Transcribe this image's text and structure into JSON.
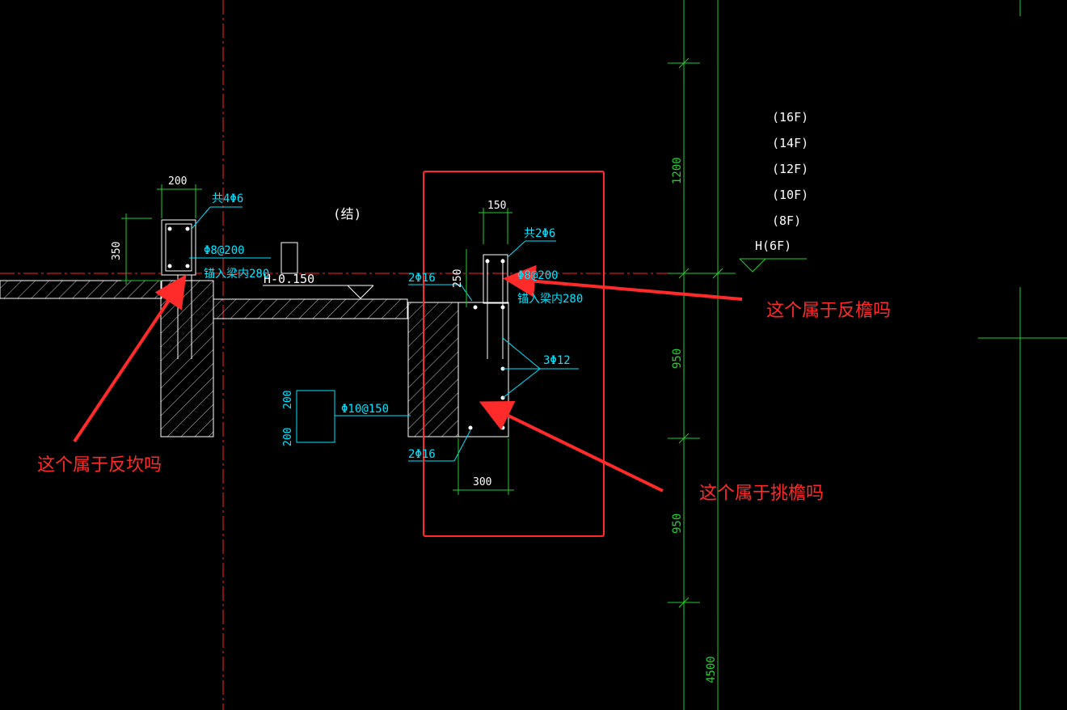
{
  "colors": {
    "background": "#000000",
    "structure": "#ffffff",
    "rebar_text": "#00e5ff",
    "dimension": "#21d12b",
    "axis": "#ff2222",
    "annotation": "#ff2a2a"
  },
  "left_detail": {
    "width_dim": "200",
    "height_dim": "350",
    "stirrups": "共4Φ6",
    "rebar_spacing": "Φ8@200",
    "anchor_note": "锚入梁内280",
    "structure_mark": "(结)",
    "level_mark": "H-0.150"
  },
  "right_detail": {
    "top_width_dim": "150",
    "stirrups": "共2Φ6",
    "top_bars": "2Φ16",
    "height_dim": "250",
    "rebar_spacing": "Φ8@200",
    "anchor_note": "锚入梁内280",
    "side_bars": "3Φ12",
    "bottom_bars": "2Φ16",
    "bottom_width_dim": "300"
  },
  "slab_detail": {
    "dim_top": "200",
    "dim_bottom": "200",
    "rebar": "Φ10@150"
  },
  "floor_labels": [
    "(16F)",
    "(14F)",
    "(12F)",
    "(10F)",
    "(8F)",
    "H(6F)"
  ],
  "vertical_dims": [
    "1200",
    "950",
    "950",
    "4500"
  ],
  "annotations": {
    "fan_kan": "这个属于反坎吗",
    "fan_yan": "这个属于反檐吗",
    "tiao_yan": "这个属于挑檐吗"
  }
}
